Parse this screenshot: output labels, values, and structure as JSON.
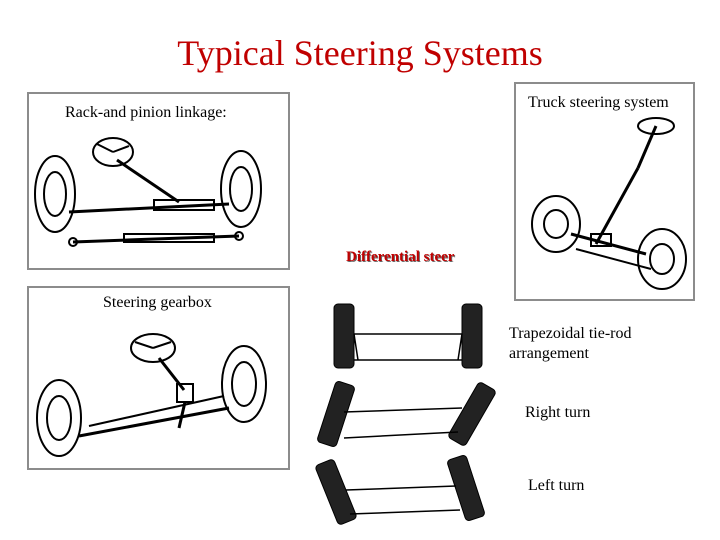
{
  "title": "Typical Steering Systems",
  "labels": {
    "rack_and_pinion": "Rack-and pinion linkage:",
    "truck_steering": "Truck steering system",
    "differential_steer": "Differential steer",
    "steering_gearbox": "Steering gearbox",
    "trapezoidal": "Trapezoidal tie-rod arrangement",
    "right_turn": "Right turn",
    "left_turn": "Left turn"
  },
  "colors": {
    "title": "#c00000",
    "differential_steer": "#c00000",
    "panel_border": "#8c8c8c"
  }
}
